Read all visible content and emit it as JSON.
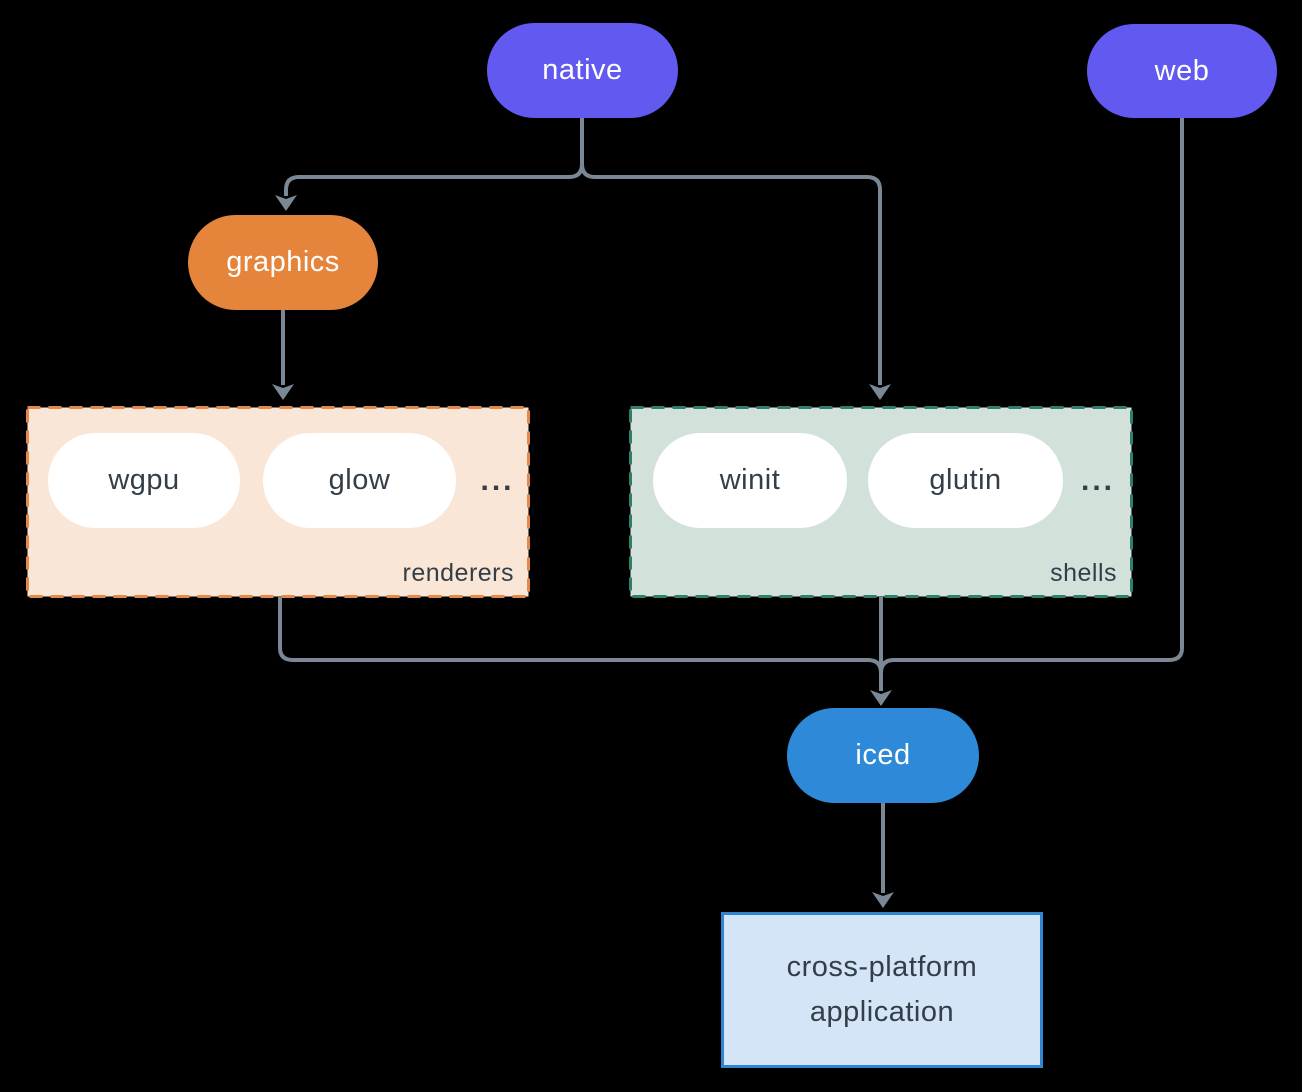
{
  "nodes": {
    "native": {
      "label": "native"
    },
    "web": {
      "label": "web"
    },
    "graphics": {
      "label": "graphics"
    },
    "iced": {
      "label": "iced"
    },
    "application": {
      "line1": "cross-platform",
      "line2": "application"
    }
  },
  "groups": {
    "renderers": {
      "label": "renderers",
      "ellipsis": "...",
      "items": [
        {
          "label": "wgpu"
        },
        {
          "label": "glow"
        }
      ]
    },
    "shells": {
      "label": "shells",
      "ellipsis": "...",
      "items": [
        {
          "label": "winit"
        },
        {
          "label": "glutin"
        }
      ]
    }
  },
  "colors": {
    "canvas-bg": "#000000",
    "node-purple": "#625AF0",
    "node-orange": "#E5853B",
    "node-blue": "#2E89D8",
    "arrow": "#7A8794",
    "renderers-fill": "#FAE6D6",
    "renderers-border": "#E5894A",
    "shells-fill": "#D3E1DB",
    "shells-border": "#2E7E6E",
    "app-fill": "#D4E5F7",
    "app-border": "#2E86D3",
    "pill-white": "#FFFFFF",
    "text-dark": "#333E48",
    "text-light": "#FFFFFF"
  }
}
